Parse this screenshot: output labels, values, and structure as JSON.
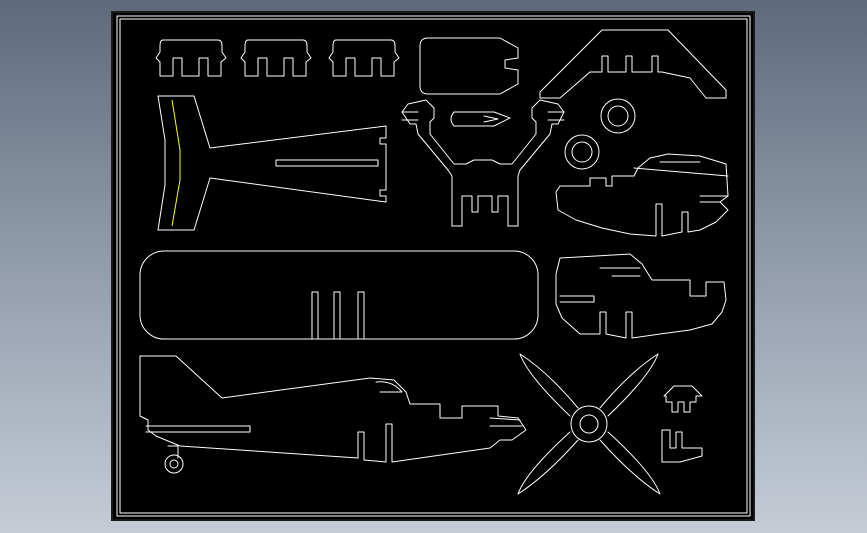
{
  "scene": {
    "background_top": "#5e6a7c",
    "background_bottom": "#c5ccd6",
    "sheet_fill": "#000000",
    "sheet_edge": "#1a1a1a",
    "line_color": "#ffffff",
    "accent_color": "#ffff00"
  },
  "parts": [
    "clip-1",
    "clip-2",
    "clip-3",
    "fuselage-top",
    "horizontal-stabilizer",
    "tail-fin",
    "landing-gear-strut",
    "ring-large",
    "ring-small",
    "side-panel-right-upper",
    "wing",
    "side-panel-right-lower",
    "fuselage-side",
    "propeller",
    "small-clip",
    "small-bracket"
  ]
}
